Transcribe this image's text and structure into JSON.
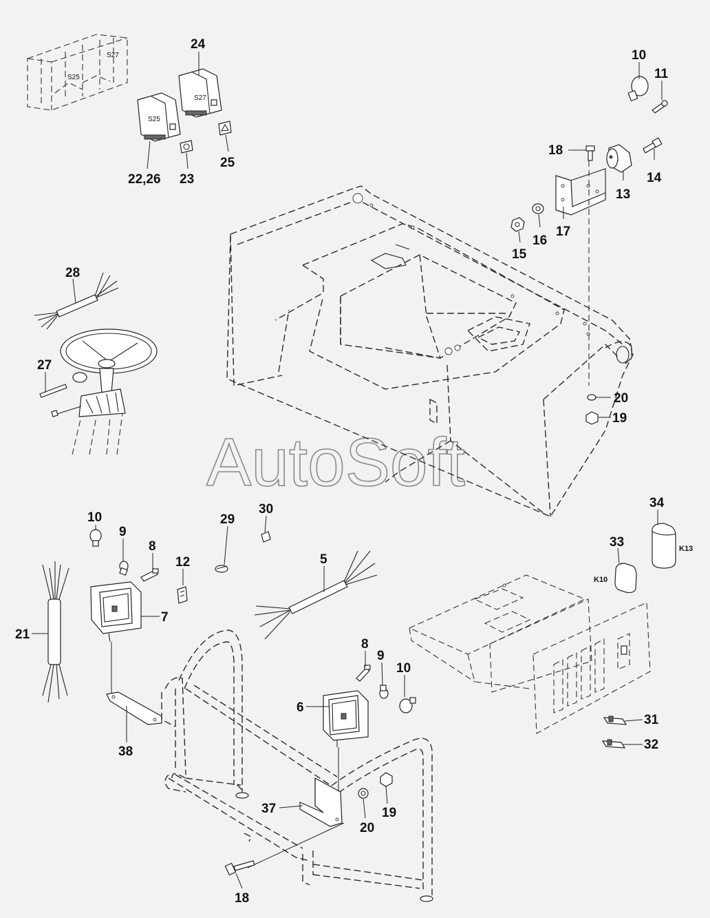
{
  "watermark": "AutoSoft",
  "callouts": {
    "c24": "24",
    "c10a": "10",
    "c11": "11",
    "c18a": "18",
    "c14": "14",
    "c13": "13",
    "c17": "17",
    "c16": "16",
    "c15": "15",
    "c2226": "22,26",
    "c23": "23",
    "c25": "25",
    "c28": "28",
    "c27": "27",
    "c20a": "20",
    "c19a": "19",
    "c34": "34",
    "c33": "33",
    "c10b": "10",
    "c9a": "9",
    "c8a": "8",
    "c12": "12",
    "c29": "29",
    "c30": "30",
    "c5": "5",
    "c7": "7",
    "c21": "21",
    "c38": "38",
    "c8b": "8",
    "c9b": "9",
    "c10c": "10",
    "c6": "6",
    "c31": "31",
    "c32": "32",
    "c37": "37",
    "c20b": "20",
    "c19b": "19",
    "c18b": "18"
  },
  "part_tags": {
    "s25_panel": "S25",
    "s27_panel": "S27",
    "s25_switch": "S25",
    "s27_switch": "S27",
    "k10": "K10",
    "k13": "K13"
  }
}
